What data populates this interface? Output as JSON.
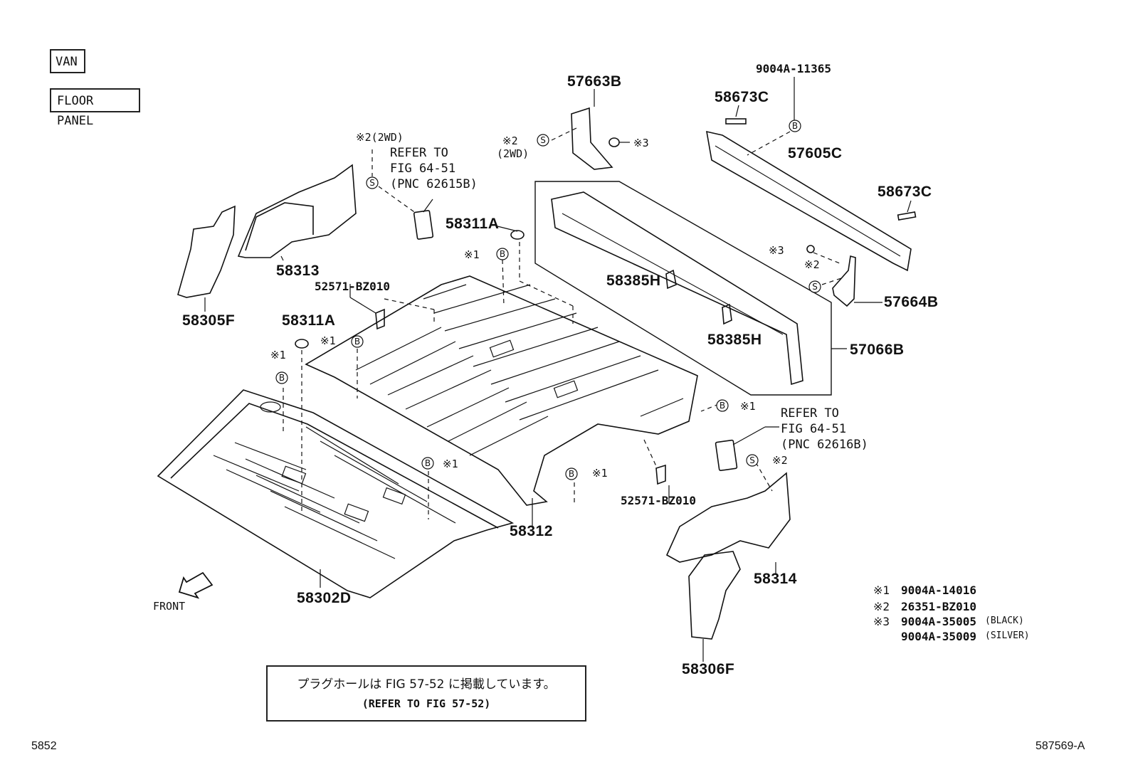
{
  "header": {
    "tag1": "VAN",
    "tag2": "FLOOR PANEL"
  },
  "parts": {
    "p58305F": "58305F",
    "p58313": "58313",
    "p58311A_top": "58311A",
    "p58311A_left": "58311A",
    "p52571_top": "52571-BZ010",
    "p52571_bottom": "52571-BZ010",
    "p58312": "58312",
    "p58302D": "58302D",
    "p57663B": "57663B",
    "p9004A_11365": "9004A-11365",
    "p58673C_top": "58673C",
    "p57605C": "57605C",
    "p58673C_right": "58673C",
    "p58385H_top": "58385H",
    "p58385H_bottom": "58385H",
    "p57664B": "57664B",
    "p57066B": "57066B",
    "p58314": "58314",
    "p58306F": "58306F"
  },
  "refs": {
    "ref1": "REFER TO\nFIG 64-51\n(PNC 62615B)",
    "ref2": "REFER TO\nFIG 64-51\n(PNC 62616B)"
  },
  "marks": {
    "m2_2wd_top": "※2(2WD)",
    "m2_2wd_sub": "(2WD)",
    "m2_label": "※2",
    "m3_label": "※3",
    "m1_label": "※1",
    "b": "B",
    "s": "S"
  },
  "front": "FRONT",
  "legend": {
    "l1_mark": "※1",
    "l1_text": "9004A-14016",
    "l2_mark": "※2",
    "l2_text": "26351-BZ010",
    "l3_mark": "※3",
    "l3_text": "9004A-35005",
    "l3_note": "(BLACK)",
    "l4_text": "9004A-35009",
    "l4_note": "(SILVER)"
  },
  "note": {
    "jp": "プラグホールは FIG 57-52 に掲載しています。",
    "en": "(REFER TO FIG 57-52)"
  },
  "footer": {
    "left": "5852",
    "right": "587569-A"
  }
}
